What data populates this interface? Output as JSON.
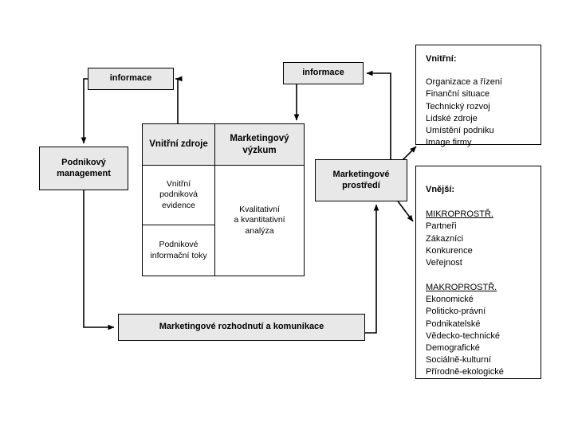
{
  "diagram": {
    "title_nodes": {
      "info_left": "informace",
      "info_right": "informace",
      "management": "Podnikový\nmanagement",
      "management_line1": "Podnikový",
      "management_line2": "management",
      "environment_line1": "Marketingové",
      "environment_line2": "prostředí",
      "decision": "Marketingové rozhodnutí a komunikace"
    },
    "matrix": {
      "header_left": "Vnitřní zdroje",
      "header_right_line1": "Marketingový",
      "header_right_line2": "výzkum",
      "cell_left_top_line1": "Vnitřní",
      "cell_left_top_line2": "podniková",
      "cell_left_top_line3": "evidence",
      "cell_left_bottom_line1": "Podnikové",
      "cell_left_bottom_line2": "informační toky",
      "cell_right_line1": "Kvalitativní",
      "cell_right_line2": "a kvantitativní",
      "cell_right_line3": "analýza"
    },
    "internal_box": {
      "title": "Vnitřní:",
      "items": [
        "Organizace a řízení",
        "Finanční situace",
        "Technický rozvoj",
        "Lidské zdroje",
        "Umístění podniku",
        "Image firmy"
      ]
    },
    "external_box": {
      "title": "Vnější:",
      "micro_heading": "MIKROPROSTŘ.",
      "micro_items": [
        "Partneři",
        "Zákazníci",
        "Konkurence",
        "Veřejnost"
      ],
      "macro_heading": "MAKROPROSTŘ.",
      "macro_items": [
        "Ekonomické",
        "Politicko-právní",
        "Podnikatelské",
        "Vědecko-technické",
        "Demografické",
        "Sociálně-kulturní",
        "Přírodně-ekologické"
      ]
    },
    "colors": {
      "fill_gray": "#e8e8e8",
      "stroke": "#000000",
      "background": "#ffffff"
    }
  }
}
